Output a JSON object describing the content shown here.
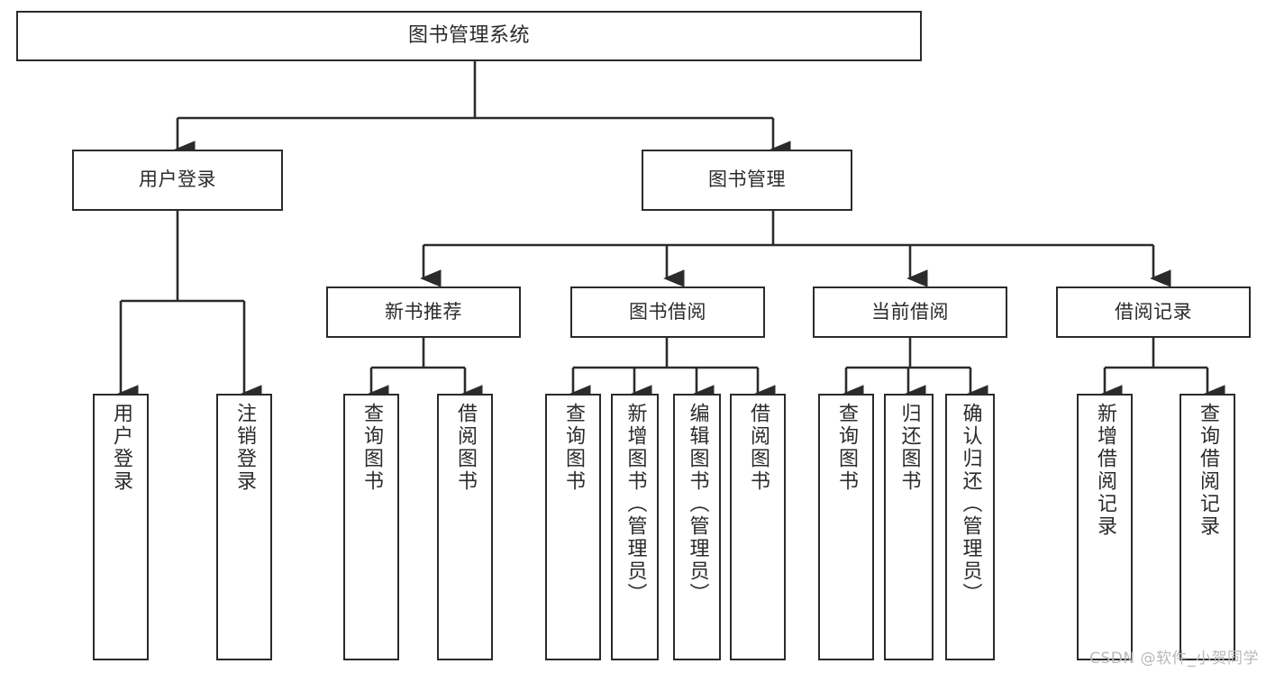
{
  "diagram": {
    "title": "图书管理系统",
    "type": "functional-structure-tree",
    "stroke_color": "#2b2b2b",
    "fill_color": "#ffffff",
    "text_color": "#2b2b2b"
  },
  "nodes": {
    "root": {
      "label": "图书管理系统"
    },
    "level2": [
      {
        "key": "user_login",
        "label": "用户登录"
      },
      {
        "key": "book_manage",
        "label": "图书管理"
      }
    ],
    "level3": [
      {
        "key": "new_book_rec",
        "label": "新书推荐"
      },
      {
        "key": "book_borrow",
        "label": "图书借阅"
      },
      {
        "key": "current_borrow",
        "label": "当前借阅"
      },
      {
        "key": "borrow_record",
        "label": "借阅记录"
      }
    ],
    "leaves": [
      {
        "key": "leaf_user_login",
        "label": "用户登录"
      },
      {
        "key": "leaf_logout",
        "label": "注销登录"
      },
      {
        "key": "leaf_query_book_1",
        "label": "查询图书"
      },
      {
        "key": "leaf_borrow_book_1",
        "label": "借阅图书"
      },
      {
        "key": "leaf_query_book_2",
        "label": "查询图书"
      },
      {
        "key": "leaf_add_book",
        "label": "新增图书（管理员）"
      },
      {
        "key": "leaf_edit_book",
        "label": "编辑图书（管理员）"
      },
      {
        "key": "leaf_borrow_book_2",
        "label": "借阅图书"
      },
      {
        "key": "leaf_query_book_3",
        "label": "查询图书"
      },
      {
        "key": "leaf_return_book",
        "label": "归还图书"
      },
      {
        "key": "leaf_confirm_return",
        "label": "确认归还（管理员）"
      },
      {
        "key": "leaf_add_record",
        "label": "新增借阅记录"
      },
      {
        "key": "leaf_query_record",
        "label": "查询借阅记录"
      }
    ]
  },
  "watermark": {
    "text": "CSDN @软件_小贺同学"
  }
}
